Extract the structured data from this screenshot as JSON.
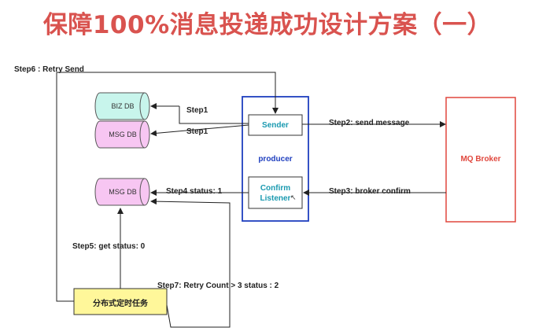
{
  "title": "保障100%消息投递成功设计方案（一）",
  "nodes": {
    "biz_db": "BIZ DB",
    "msg_db_top": "MSG DB",
    "msg_db_bottom": "MSG DB",
    "sender": "Sender",
    "producer": "producer",
    "confirm_listener_line1": "Confirm",
    "confirm_listener_line2": "Listener",
    "mq_broker": "MQ Broker",
    "scheduler": "分布式定时任务"
  },
  "steps": {
    "step1_a": "Step1",
    "step1_b": "Step1",
    "step2": "Step2:  send message",
    "step3": "Step3:  broker confirm",
    "step4": "Step4 status:  1",
    "step5": "Step5:  get status:  0",
    "step6": "Step6 :  Retry Send",
    "step7": "Step7:  Retry Count > 3 status : 2"
  },
  "colors": {
    "title": "#d9534f",
    "biz_db_fill": "#c8f5ec",
    "msg_db_fill": "#f7c6f2",
    "producer_border": "#1f3fbf",
    "sender_text": "#1a9ab0",
    "broker_border": "#e0473d",
    "broker_text": "#e0473d",
    "scheduler_fill": "#fff79a"
  }
}
